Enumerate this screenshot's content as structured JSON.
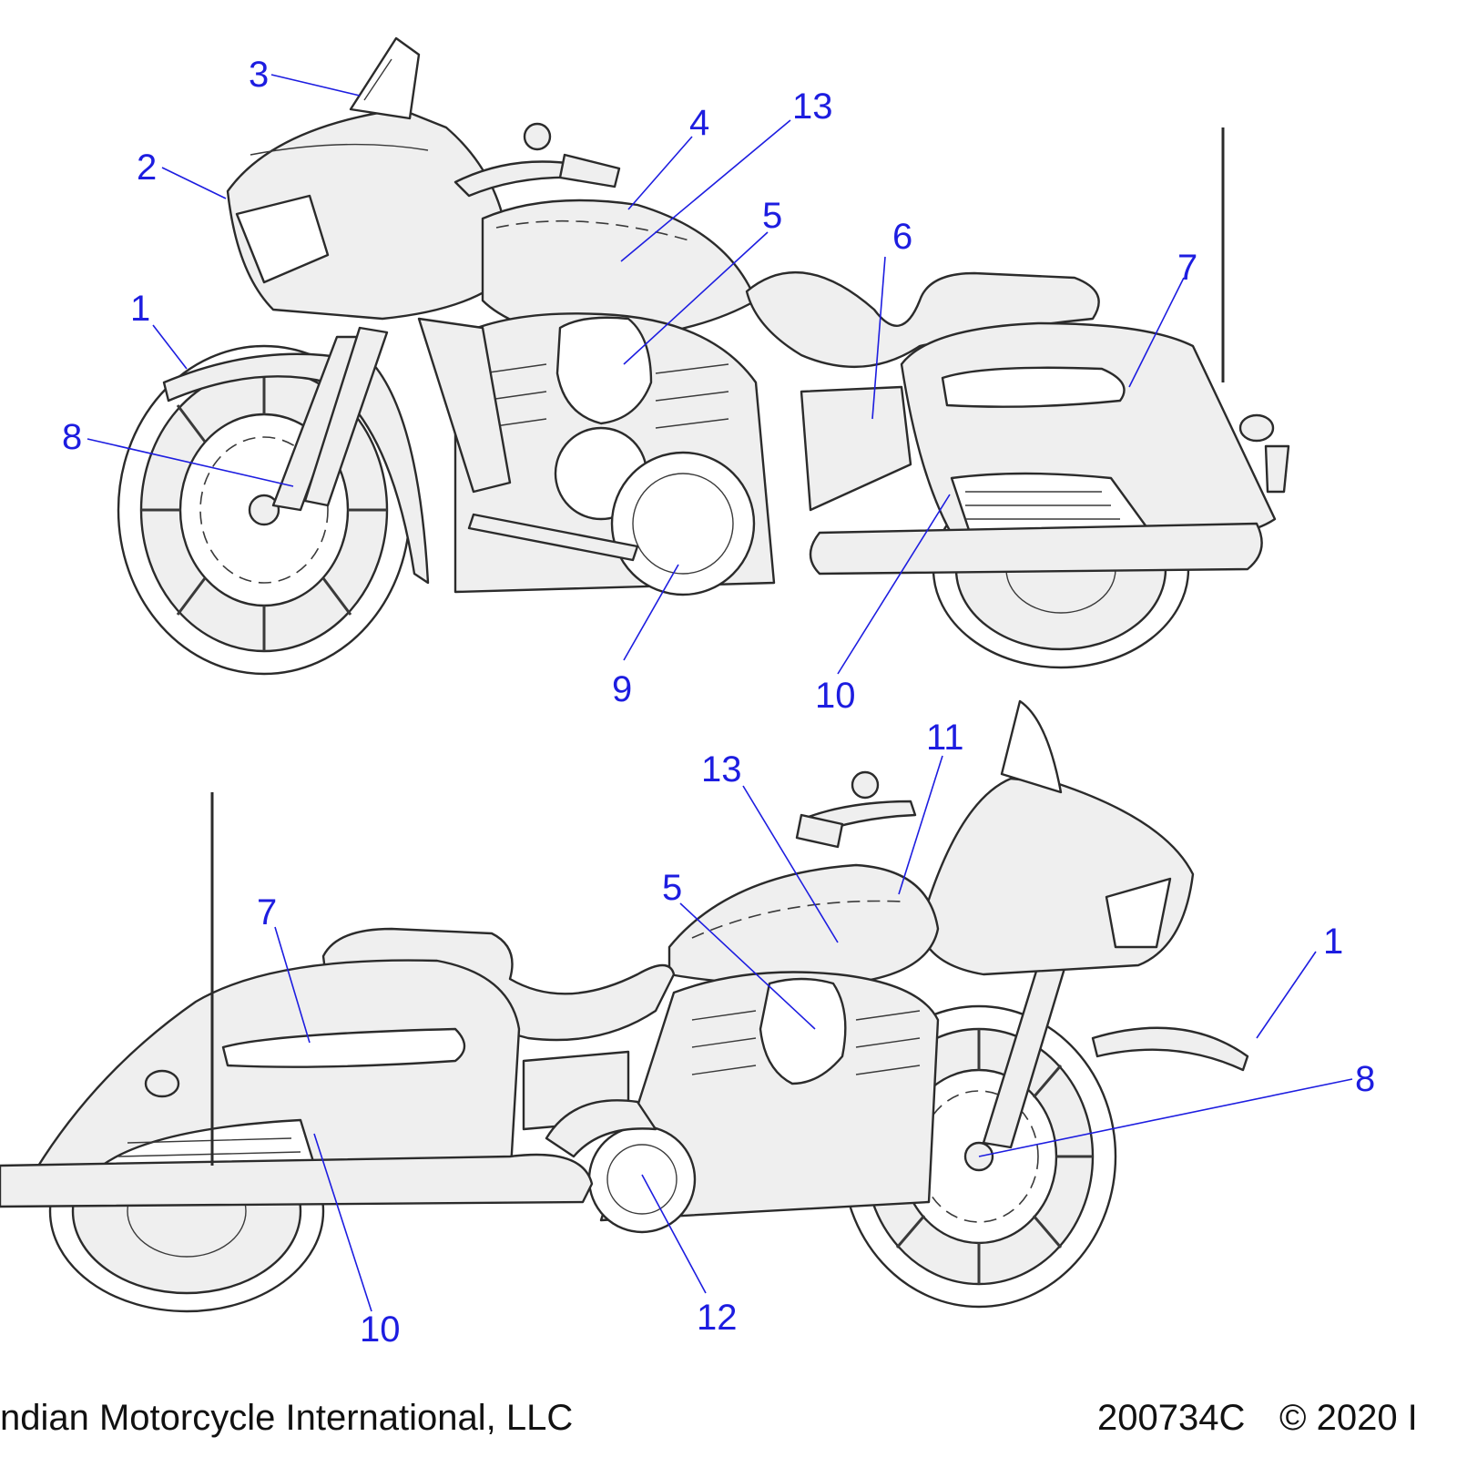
{
  "diagram": {
    "footer": {
      "company": "ndian Motorcycle International, LLC",
      "part_code": "200734C",
      "copyright": "© 2020 I"
    },
    "top_view_callouts": [
      {
        "id": "1",
        "label": "1"
      },
      {
        "id": "2",
        "label": "2"
      },
      {
        "id": "3",
        "label": "3"
      },
      {
        "id": "4",
        "label": "4"
      },
      {
        "id": "13",
        "label": "13"
      },
      {
        "id": "5",
        "label": "5"
      },
      {
        "id": "6",
        "label": "6"
      },
      {
        "id": "7",
        "label": "7"
      },
      {
        "id": "8",
        "label": "8"
      },
      {
        "id": "9",
        "label": "9"
      },
      {
        "id": "10",
        "label": "10"
      }
    ],
    "bottom_view_callouts": [
      {
        "id": "13",
        "label": "13"
      },
      {
        "id": "11",
        "label": "11"
      },
      {
        "id": "5",
        "label": "5"
      },
      {
        "id": "7",
        "label": "7"
      },
      {
        "id": "1",
        "label": "1"
      },
      {
        "id": "8",
        "label": "8"
      },
      {
        "id": "10",
        "label": "10"
      },
      {
        "id": "12",
        "label": "12"
      }
    ],
    "colors": {
      "callout": "#1d1de0",
      "line_art": "#2b2b2b",
      "fill": "#efefef"
    }
  }
}
